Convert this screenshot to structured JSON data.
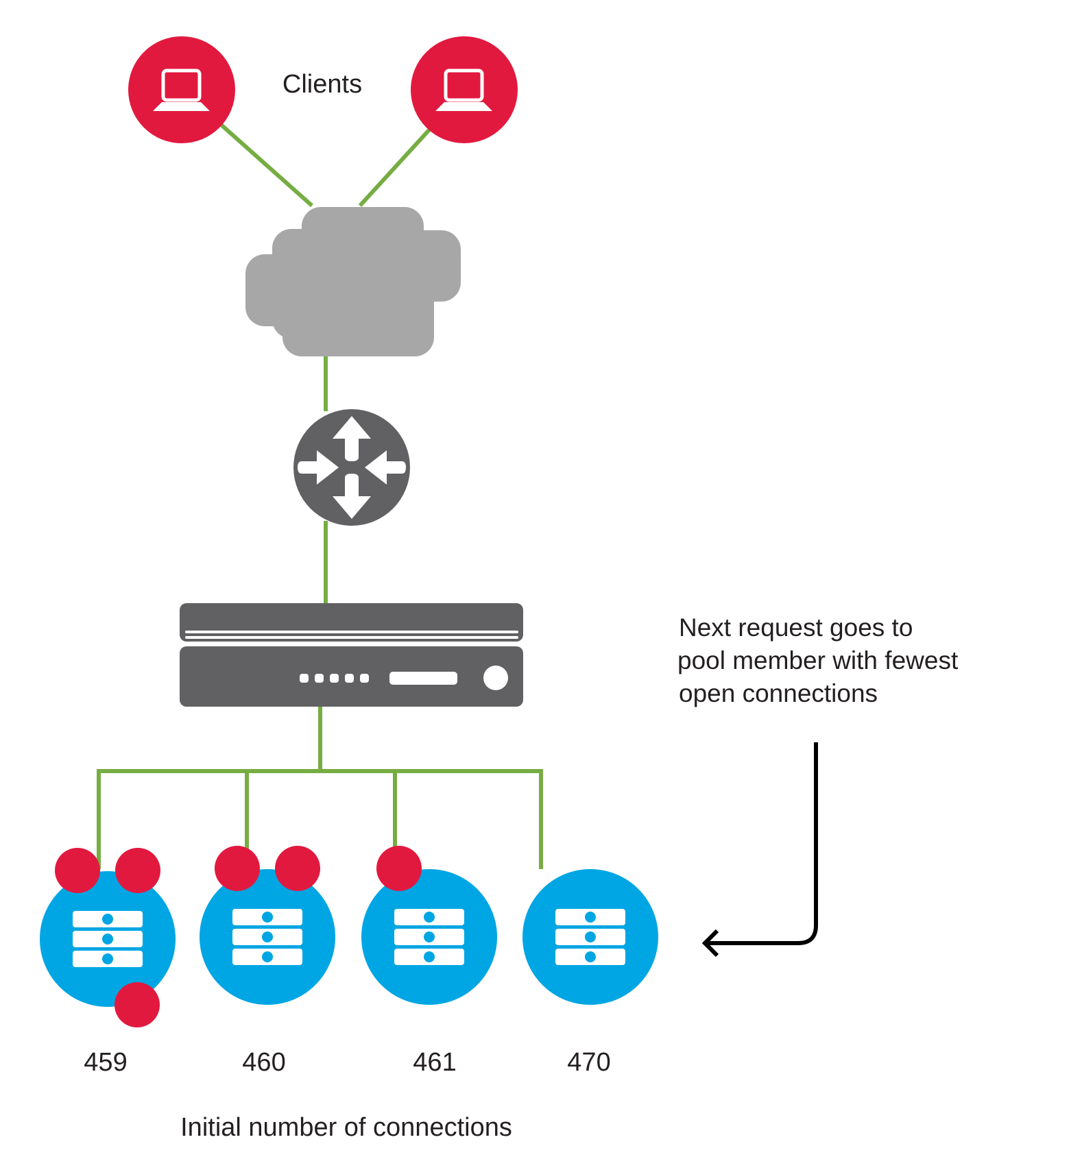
{
  "colors": {
    "client_red": "#e2193f",
    "link_green": "#76ad43",
    "cloud_gray": "#a7a7a7",
    "device_gray": "#616163",
    "server_blue": "#00a6e3",
    "text": "#231f20",
    "arrow": "#000000"
  },
  "clients": {
    "label": "Clients",
    "nodes": [
      {
        "icon": "laptop-icon"
      },
      {
        "icon": "laptop-icon"
      }
    ]
  },
  "network": {
    "icon": "cloud-icon"
  },
  "router": {
    "icon": "router-icon"
  },
  "load_balancer": {
    "icon": "load-balancer-appliance-icon"
  },
  "note": {
    "lines": [
      "Next request goes to",
      "pool member with fewest",
      "open connections"
    ]
  },
  "pool_members": [
    {
      "connections": "459",
      "active_dots": 3,
      "icon": "server-icon"
    },
    {
      "connections": "460",
      "active_dots": 2,
      "icon": "server-icon"
    },
    {
      "connections": "461",
      "active_dots": 1,
      "icon": "server-icon"
    },
    {
      "connections": "470",
      "active_dots": 0,
      "icon": "server-icon"
    }
  ],
  "caption": "Initial number of connections"
}
